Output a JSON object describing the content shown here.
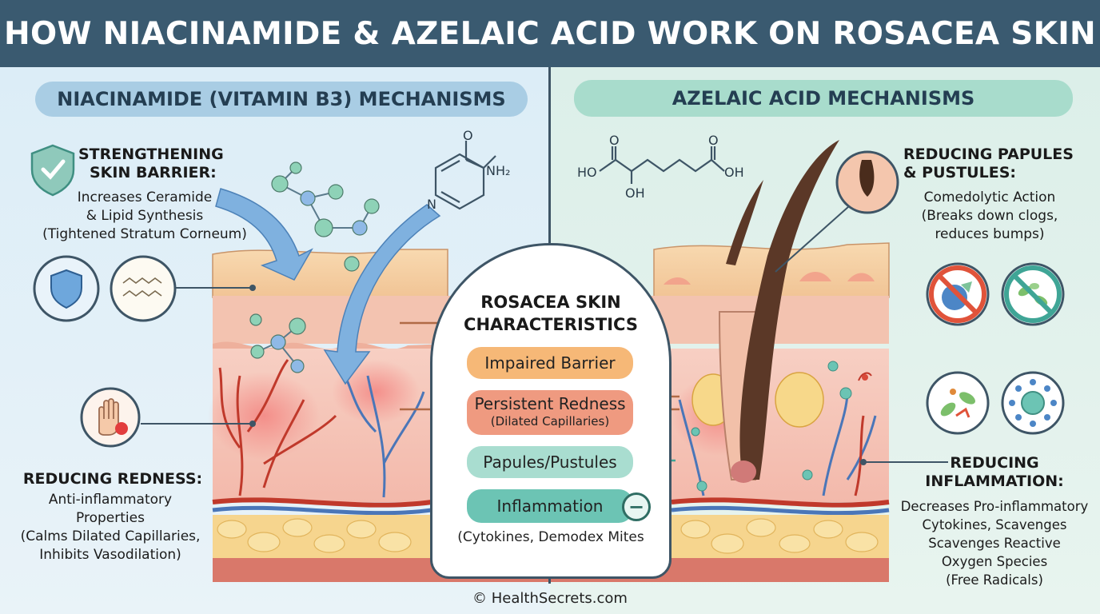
{
  "title": "HOW NIACINAMIDE & AZELAIC ACID WORK ON ROSACEA SKIN",
  "left_header": "NIACINAMIDE (VITAMIN B3) MECHANISMS",
  "right_header": "AZELAIC ACID MECHANISMS",
  "barrier": {
    "heading_1": "STRENGTHENING",
    "heading_2": "SKIN BARRIER:",
    "line_1": "Increases Ceramide",
    "line_2": "& Lipid Synthesis",
    "line_3": "(Tightened Stratum Corneum)"
  },
  "redness": {
    "heading": "REDUCING REDNESS:",
    "line_1": "Anti-inflammatory",
    "line_2": "Properties",
    "line_3": "(Calms Dilated Capillaries,",
    "line_4": "Inhibits Vasodilation)"
  },
  "papules": {
    "heading_1": "REDUCING PAPULES",
    "heading_2": "& PUSTULES:",
    "line_1": "Comedolytic Action",
    "line_2": "(Breaks down clogs,",
    "line_3": "reduces bumps)"
  },
  "inflammation": {
    "heading_1": "REDUCING",
    "heading_2": "INFLAMMATION:",
    "line_1": "Decreases Pro-inflammatory",
    "line_2": "Cytokines, Scavenges",
    "line_3": "Scavenges Reactive",
    "line_4": "Oxygen Species",
    "line_5": "(Free Radicals)"
  },
  "center": {
    "title_1": "ROSACEA SKIN",
    "title_2": "CHARACTERISTICS",
    "impaired_barrier": "Impaired Barrier",
    "persistent_redness": "Persistent Redness",
    "persistent_redness_sub": "(Dilated Capillaries)",
    "papules_pustules": "Papules/Pustules",
    "inflammation": "Inflammation",
    "inflammation_sub": "(Cytokines, Demodex Mites"
  },
  "chem": {
    "niacinamide_amide_o": "O",
    "niacinamide_nh2": "NH₂",
    "niacinamide_n": "N",
    "azelaic_o_left": "O",
    "azelaic_ho": "HO",
    "azelaic_oh_low": "OH",
    "azelaic_o_right": "O",
    "azelaic_oh_right": "OH"
  },
  "minus_sign": "−",
  "footer": "© HealthSecrets.com",
  "colors": {
    "title_bar": "#3a5a70",
    "left_pill": "#a9cde4",
    "right_pill": "#a8dccc",
    "impaired_barrier": "#f6b877",
    "persistent_redness": "#ef9a80",
    "papules_pustules": "#a9ddd0",
    "inflammation": "#6cc4b4"
  }
}
